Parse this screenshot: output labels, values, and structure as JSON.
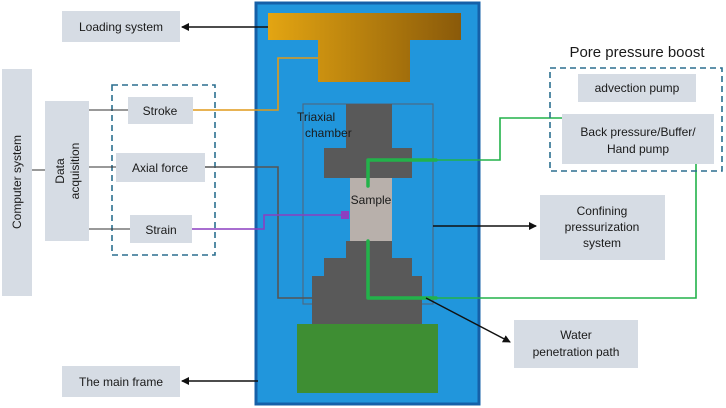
{
  "labels": {
    "loading_system": "Loading system",
    "pore_pressure_title": "Pore pressure boost",
    "advection_pump": "advection pump",
    "back_pressure_line1": "Back pressure/Buffer/",
    "back_pressure_line2": "Hand pump",
    "computer_system": "Computer system",
    "data_acquisition_line1": "Data",
    "data_acquisition_line2": "acquisition",
    "stroke": "Stroke",
    "axial_force": "Axial force",
    "strain": "Strain",
    "triaxial_line1": "Triaxial",
    "triaxial_line2": "chamber",
    "sample": "Sample",
    "confining_line1": "Confining",
    "confining_line2": "pressurization",
    "confining_line3": "system",
    "water_line1": "Water",
    "water_line2": "penetration path",
    "main_frame": "The main frame"
  },
  "colors": {
    "frame_blue": "#2196dc",
    "frame_border": "#1560a8",
    "piston_gold_light": "#e0a010",
    "piston_gold_dark": "#8a5a0a",
    "chamber_gray": "#595959",
    "sample_gray": "#b8b0ab",
    "base_green": "#3e8e33",
    "pipe_green": "#22b24a",
    "stroke_line": "#e09a1a",
    "strain_line": "#8b3fc0",
    "label_box": "#d6dce4",
    "dashed_border": "#2b6f8f"
  }
}
